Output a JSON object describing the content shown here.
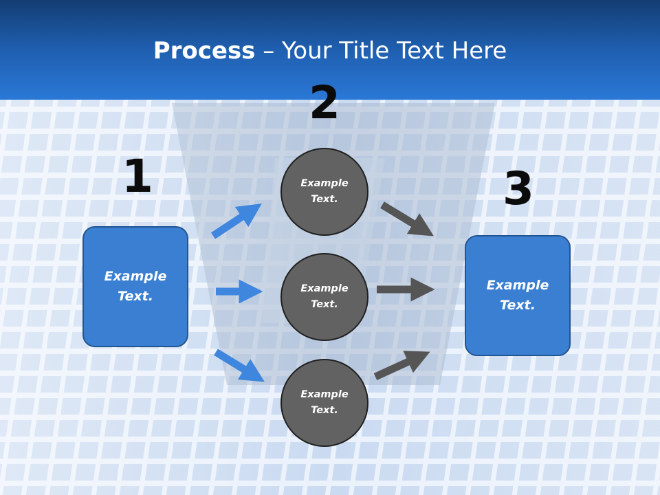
{
  "title": {
    "bold": "Process",
    "rest": " – Your Title Text Here"
  },
  "steps": {
    "one": "1",
    "two": "2",
    "three": "3"
  },
  "left_box": {
    "text": "Example Text."
  },
  "circles": [
    {
      "text": "Example Text."
    },
    {
      "text": "Example Text."
    },
    {
      "text": "Example Text."
    }
  ],
  "right_box": {
    "text": "Example Text."
  },
  "colors": {
    "header": "#1f5fb0",
    "box": "#3a7fd2",
    "circle": "#626262",
    "arrow_in": "#3f86de",
    "arrow_out": "#555555"
  }
}
